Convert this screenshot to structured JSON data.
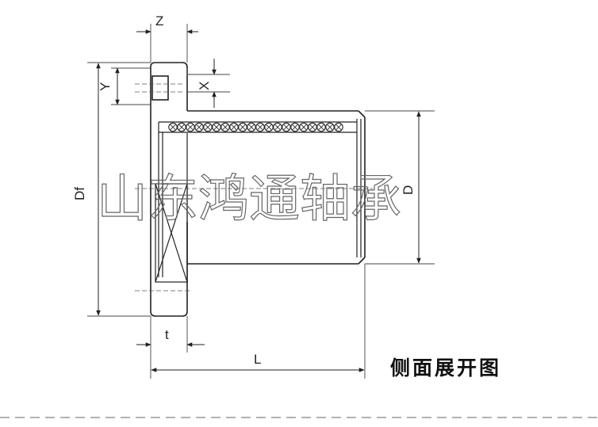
{
  "labels": {
    "z": "Z",
    "y": "Y",
    "x": "X",
    "df": "Df",
    "d": "D",
    "t": "t",
    "l": "L"
  },
  "watermark": "山东鸿通轴承",
  "caption": "侧面展开图",
  "colors": {
    "line": "#222222",
    "thin_line": "#555555",
    "dash": "#999999",
    "watermark": "#666666"
  }
}
